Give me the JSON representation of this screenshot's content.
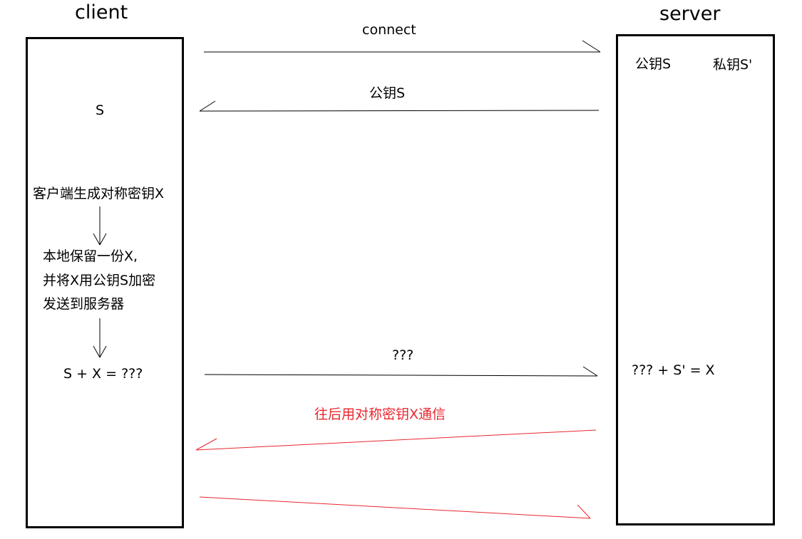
{
  "client": {
    "title": "client",
    "public_key": "S",
    "step_generate": "客户端生成对称密钥X",
    "step_keep_line1": "本地保留一份X,",
    "step_keep_line2": "并将X用公钥S加密",
    "step_keep_line3": "发送到服务器",
    "formula": "S + X = ???"
  },
  "server": {
    "title": "server",
    "public_key": "公钥S",
    "private_key": "私钥S'",
    "formula": "??? + S' = X"
  },
  "messages": {
    "connect": "connect",
    "send_public_key": "公钥S",
    "send_encrypted": "???",
    "symmetric_comm": "往后用对称密钥X通信"
  },
  "colors": {
    "line": "#000000",
    "highlight": "#e8272f"
  }
}
